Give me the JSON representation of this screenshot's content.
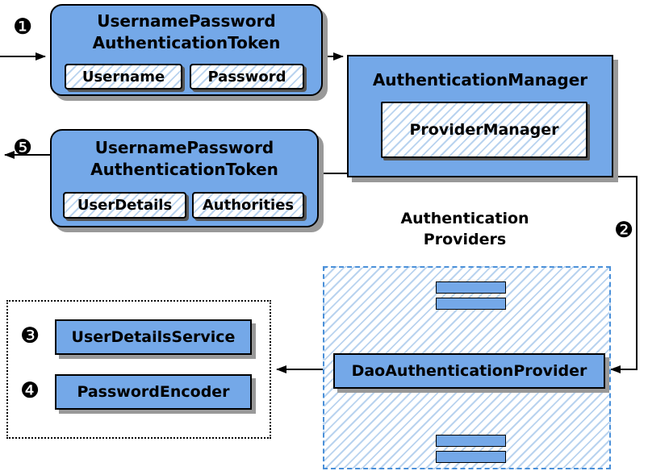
{
  "colors": {
    "box_fill": "#74a8e8",
    "hatch_stripe": "#b9d3ef",
    "shadow": "#999999",
    "dashed_border": "#4a90d9"
  },
  "markers": {
    "step1": "❶",
    "step2": "❷",
    "step3": "❸",
    "step4": "❹",
    "step5": "❺"
  },
  "request_token": {
    "title_line1": "UsernamePassword",
    "title_line2": "AuthenticationToken",
    "fields": [
      "Username",
      "Password"
    ]
  },
  "authentication_manager": {
    "title": "AuthenticationManager",
    "inner": "ProviderManager"
  },
  "response_token": {
    "title_line1": "UsernamePassword",
    "title_line2": "AuthenticationToken",
    "fields": [
      "UserDetails",
      "Authorities"
    ]
  },
  "providers": {
    "label_line1": "Authentication",
    "label_line2": "Providers",
    "dao_provider": "DaoAuthenticationProvider"
  },
  "services": {
    "user_details_service": "UserDetailsService",
    "password_encoder": "PasswordEncoder"
  }
}
